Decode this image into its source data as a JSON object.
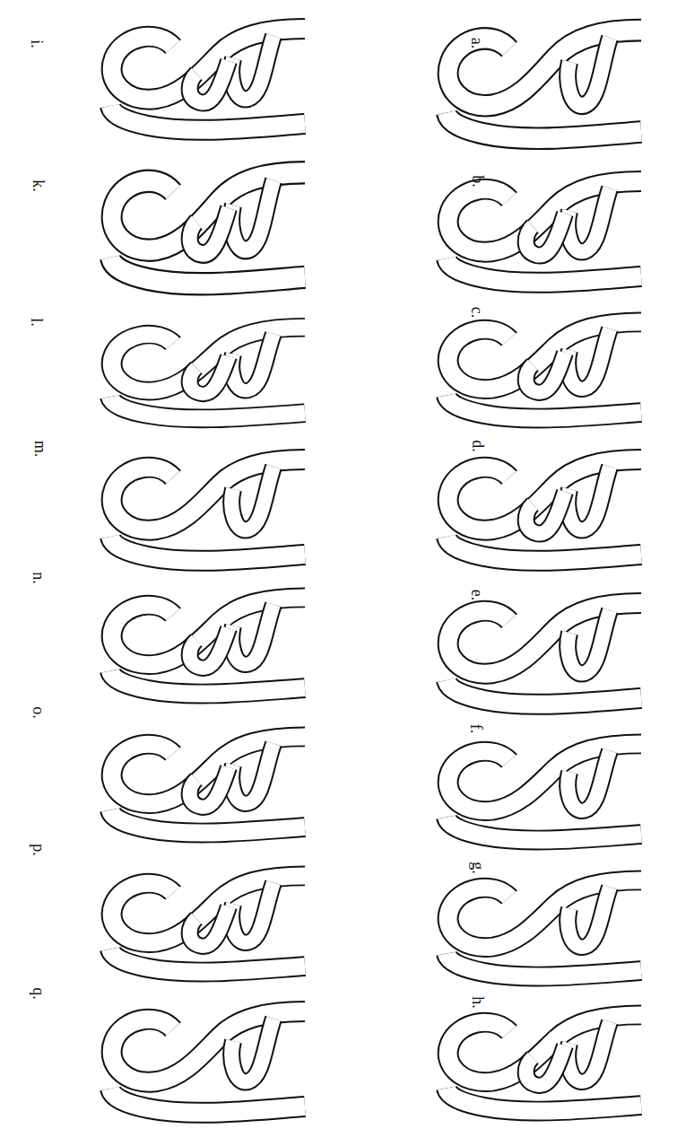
{
  "diagram": {
    "labels": [
      "a.",
      "b.",
      "c.",
      "d.",
      "e.",
      "f.",
      "g.",
      "h.",
      "i.",
      "k.",
      "l.",
      "m.",
      "n.",
      "o.",
      "p.",
      "q."
    ]
  }
}
